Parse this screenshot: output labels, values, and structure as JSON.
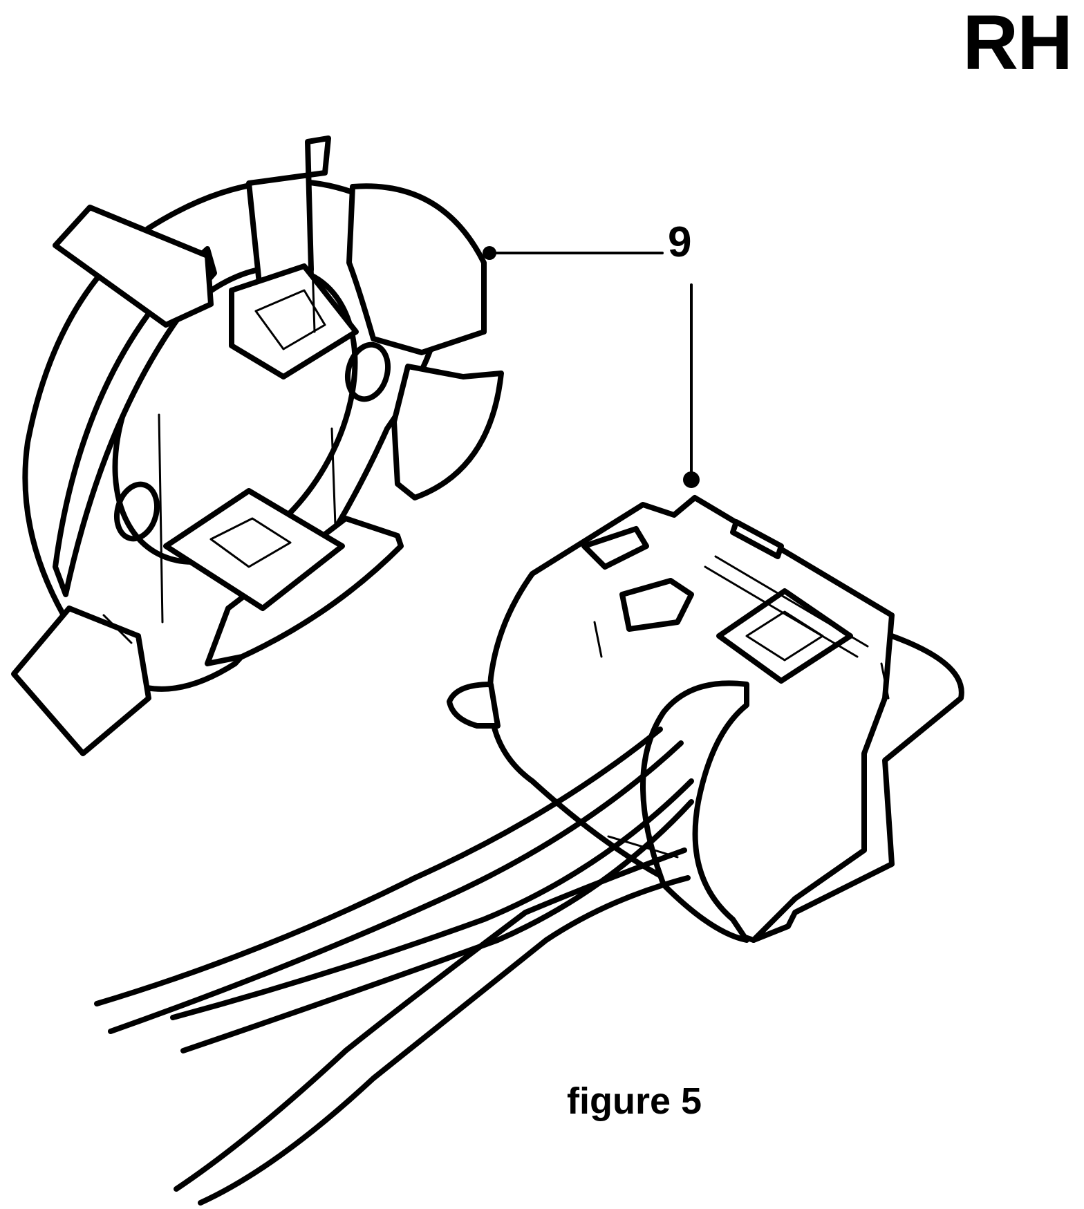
{
  "side_label": "RH",
  "callout_number": "9",
  "caption": "figure 5",
  "colors": {
    "ink": "#000000",
    "paper": "#ffffff"
  }
}
